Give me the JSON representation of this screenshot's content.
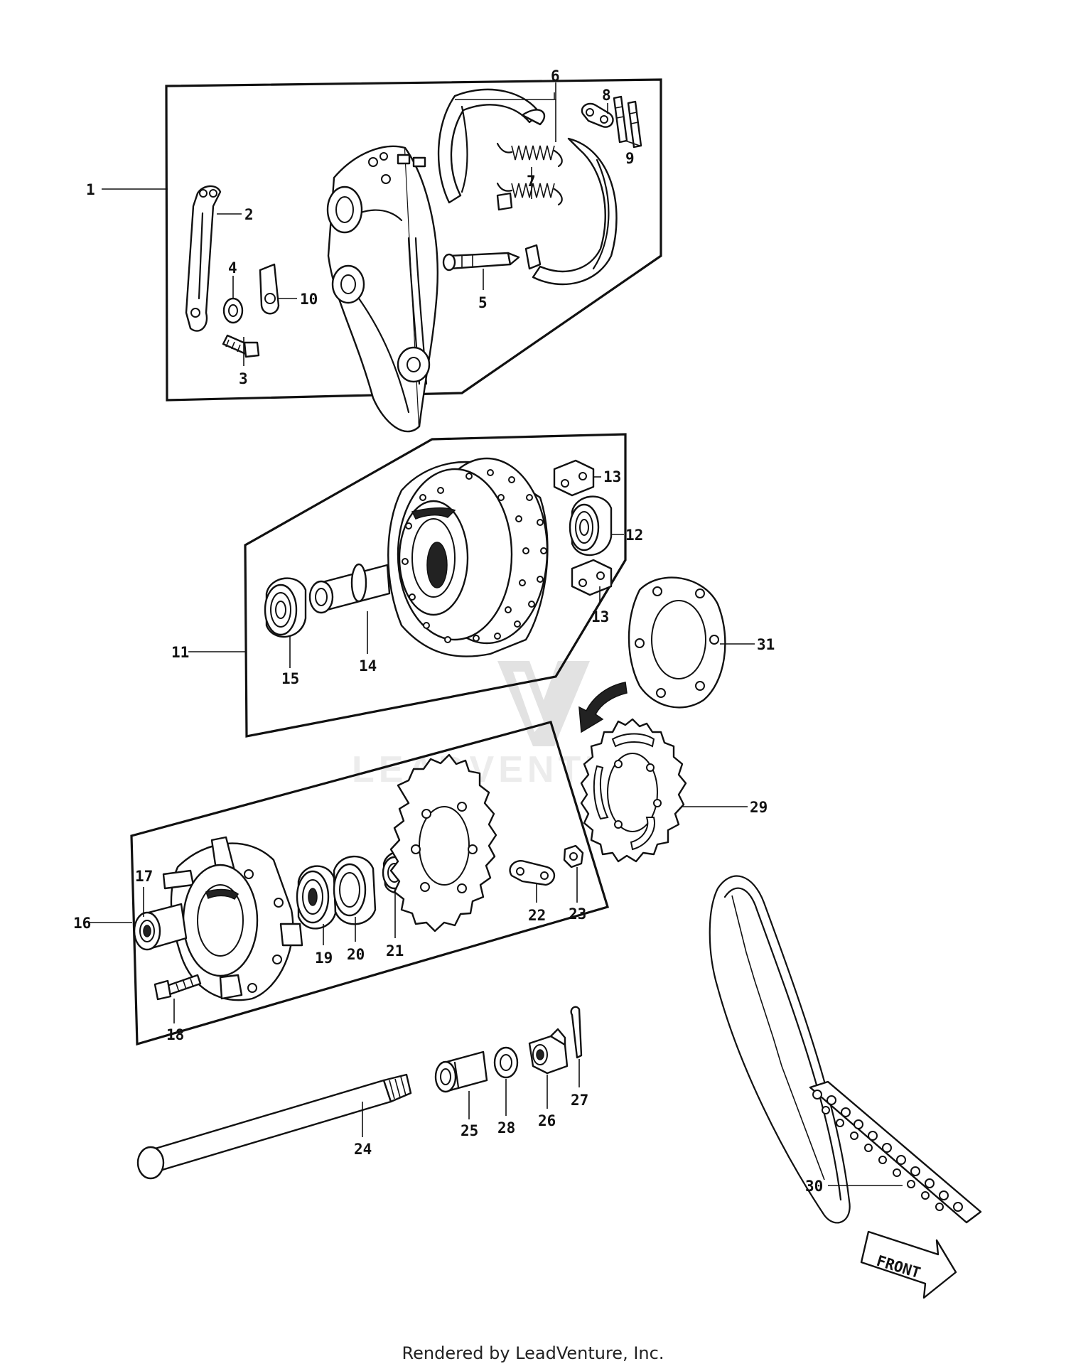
{
  "diagram": {
    "callouts": {
      "p1": "1",
      "p2": "2",
      "p3": "3",
      "p4": "4",
      "p5": "5",
      "p6": "6",
      "p7": "7",
      "p8": "8",
      "p9": "9",
      "p10": "10",
      "p11": "11",
      "p12": "12",
      "p13a": "13",
      "p13b": "13",
      "p14": "14",
      "p15": "15",
      "p16": "16",
      "p17": "17",
      "p18": "18",
      "p19": "19",
      "p20": "20",
      "p21": "21",
      "p22": "22",
      "p23": "23",
      "p24": "24",
      "p25": "25",
      "p26": "26",
      "p27": "27",
      "p28": "28",
      "p29": "29",
      "p30": "30",
      "p31": "31"
    },
    "front_label": "FRONT",
    "watermark_text": "LEADVENTURE"
  },
  "footer": {
    "credit": "Rendered by LeadVenture, Inc."
  },
  "colors": {
    "ink": "#111111",
    "background": "#ffffff",
    "watermark": "#e2e2e2"
  }
}
